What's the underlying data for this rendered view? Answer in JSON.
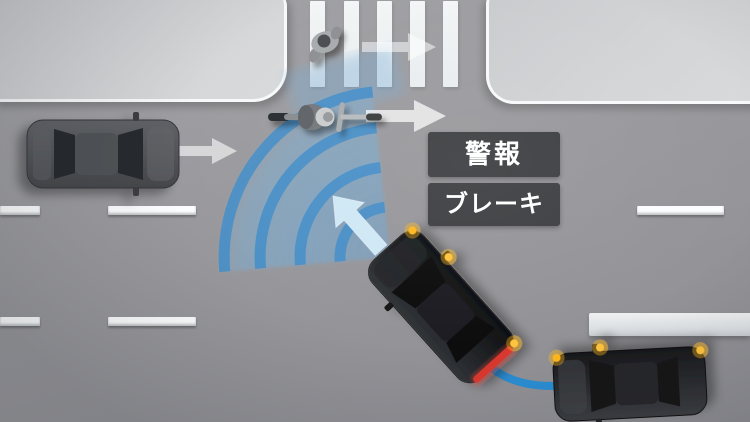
{
  "diagram": {
    "title": "intersection-turn-assist-safety-illustration",
    "callouts": {
      "warning": "警報",
      "brake": "ブレーキ"
    },
    "actors": {
      "pedestrian": "pedestrian crossing crosswalk, moving right",
      "motorcycle": "oncoming motorcycle, moving right",
      "oncoming_car": "oncoming car, moving right",
      "ego_car": "ego car turning across traffic with sensor fan, signals and brake lamps on",
      "trailing_car": "ego car approach position at stop line with hazard signals"
    },
    "colors": {
      "road": "#98989c",
      "sidewalk": "#d0d2d5",
      "crosswalk_stripe": "#eff2f4",
      "lane_marking": "#fcfdfe",
      "radar_fill": "#7ab0d8",
      "radar_arc": "#3e8dcb",
      "trajectory": "#2b8ed3",
      "guide_arrow": "#cfe8f5",
      "motion_arrow": "#ffffff",
      "signal_amber": "#ffb71e",
      "brake_red": "#e03a2e",
      "callout_bg": "#3e4043",
      "callout_text": "#ffffff"
    }
  }
}
